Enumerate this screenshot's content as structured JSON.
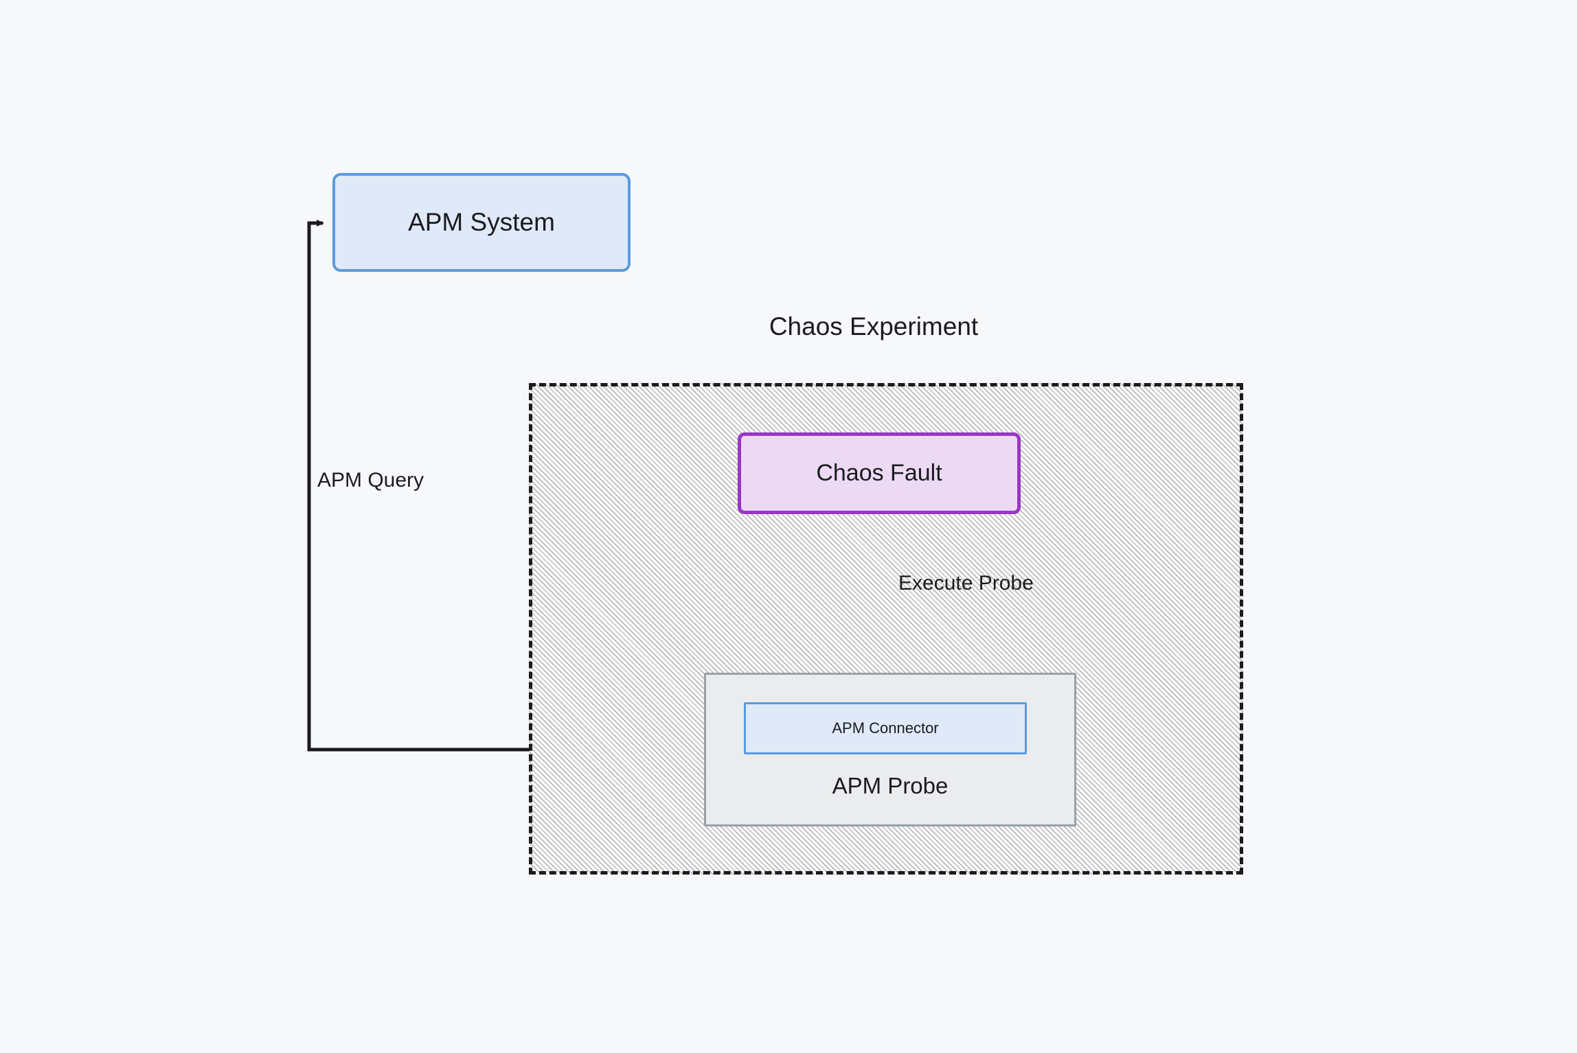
{
  "diagram": {
    "title": "Chaos Experiment",
    "background_color": "#f7f8fa",
    "nodes": {
      "apm_system": {
        "label": "APM System",
        "fill": "#dfe9f8",
        "stroke": "#5b9bde"
      },
      "chaos_fault": {
        "label": "Chaos Fault",
        "fill": "#ecd9f4",
        "stroke": "#9a36c4"
      },
      "apm_probe": {
        "label": "APM Probe",
        "fill": "#ebeced",
        "stroke": "#9aa0a6"
      },
      "apm_connector": {
        "label": "APM Connector",
        "fill": "#dfe9f8",
        "stroke": "#5b9bde"
      },
      "chaos_experiment_container": {
        "label": "Chaos Experiment",
        "fill": "#fafafa",
        "stroke": "#1b1b1f",
        "border_style": "dashed",
        "pattern": "diagonal-hatch"
      }
    },
    "edges": [
      {
        "id": "apm-query",
        "label": "APM Query",
        "from": "apm_probe",
        "to": "apm_system",
        "arrow": "to",
        "color": "#1b1b1f"
      },
      {
        "id": "execute-probe",
        "label": "Execute Probe",
        "from": "chaos_fault",
        "to": "apm_probe",
        "arrow": "to",
        "color": "#1b1b1f"
      }
    ]
  }
}
